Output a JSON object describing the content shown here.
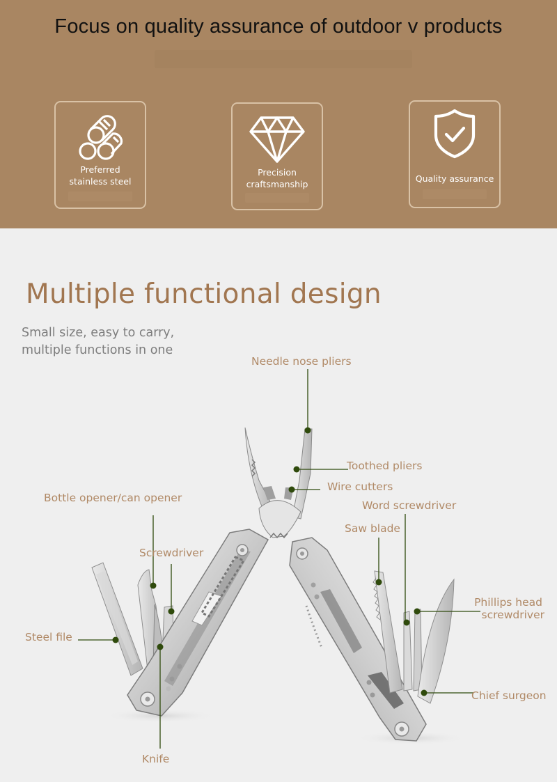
{
  "banner": {
    "title": "Focus on quality assurance of outdoor v products",
    "background_color": "#a98662",
    "features": [
      {
        "icon": "steel-rods-icon",
        "label_line1": "Preferred",
        "label_line2": "stainless steel"
      },
      {
        "icon": "diamond-icon",
        "label_line1": "Precision",
        "label_line2": "craftsmanship"
      },
      {
        "icon": "shield-check-icon",
        "label_line1": "Quality assurance",
        "label_line2": ""
      }
    ]
  },
  "section": {
    "title": "Multiple functional design",
    "subtitle_line1": "Small size, easy to carry,",
    "subtitle_line2": "multiple functions in one",
    "title_color": "#a17650",
    "callout_color": "#b08966",
    "marker_color": "#2f4a0c"
  },
  "callouts": {
    "needle_nose_pliers": "Needle nose pliers",
    "toothed_pliers": "Toothed pliers",
    "wire_cutters": "Wire cutters",
    "word_screwdriver": "Word screwdriver",
    "saw_blade": "Saw blade",
    "bottle_opener": "Bottle opener/can opener",
    "screwdriver": "Screwdriver",
    "phillips_line1": "Phillips head",
    "phillips_line2": "screwdriver",
    "steel_file": "Steel file",
    "chief_surgeon": "Chief surgeon",
    "knife": "Knife"
  }
}
